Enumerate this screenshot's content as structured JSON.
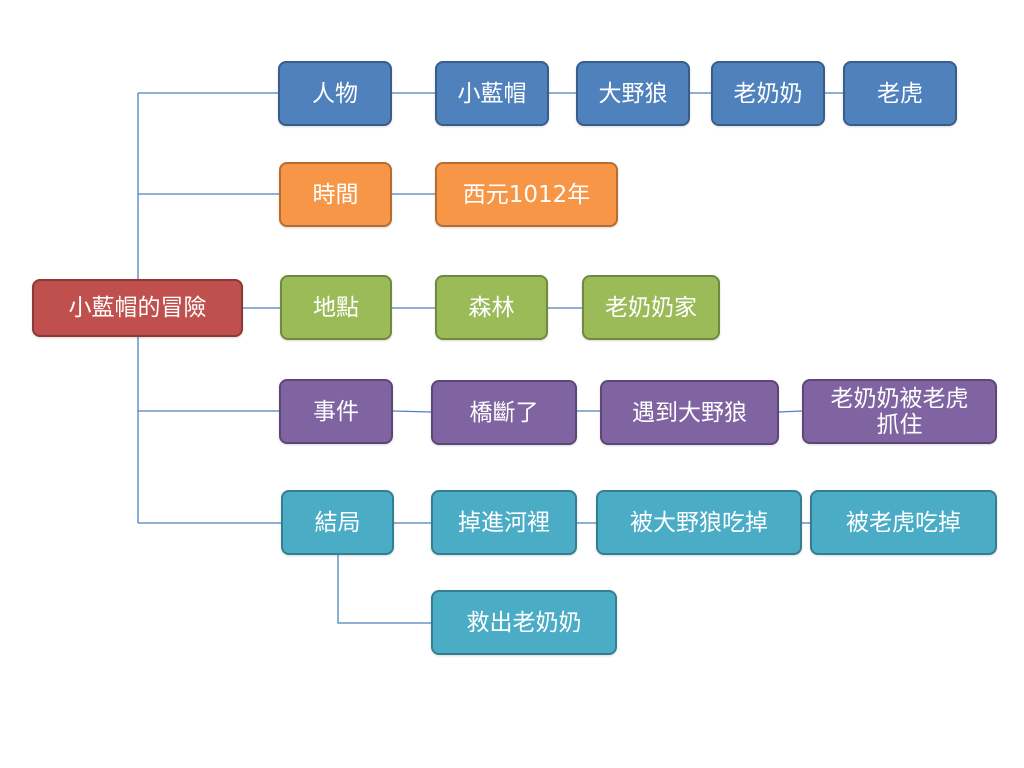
{
  "root": {
    "label": "小藍帽的冒險"
  },
  "colors": {
    "root": "#c0504d",
    "characters": "#4f81bd",
    "time": "#f79646",
    "place": "#9bbb59",
    "events": "#8064a2",
    "ending": "#4bacc6",
    "connector": "#4f81bd"
  },
  "branches": {
    "characters": {
      "label": "人物",
      "items": [
        "小藍帽",
        "大野狼",
        "老奶奶",
        "老虎"
      ]
    },
    "time": {
      "label": "時間",
      "items": [
        "西元1012年"
      ]
    },
    "place": {
      "label": "地點",
      "items": [
        "森林",
        "老奶奶家"
      ]
    },
    "events": {
      "label": "事件",
      "items": [
        "橋斷了",
        "遇到大野狼",
        "老奶奶被老虎抓住"
      ]
    },
    "ending": {
      "label": "結局",
      "items": [
        "掉進河裡",
        "被大野狼吃掉",
        "被老虎吃掉"
      ],
      "sub_item": "救出老奶奶"
    }
  }
}
